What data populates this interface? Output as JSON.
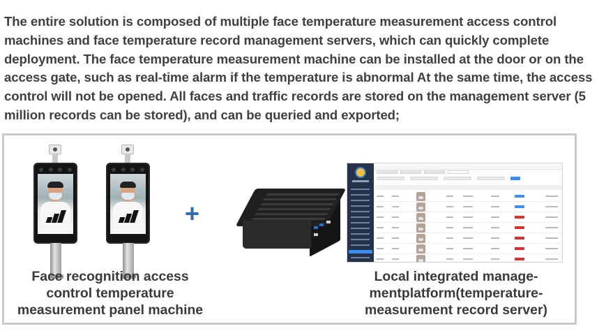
{
  "intro_text": "The entire solution is composed of multiple face temperature measurement access control machines and face temperature record management servers, which can quickly complete deployment. The face temperature measurement machine can be installed at the door or on the access gate, such as real-time alarm if the temperature is abnormal At the same time, the access control will not be opened. All faces and traffic records are stored on the management server (5 million records can be stored), and can be queried and exported;",
  "plus_symbol": "+",
  "caption_left": {
    "line1": "Face recognition access",
    "line2": "control temperature",
    "line3": "measurement panel machine"
  },
  "caption_right": {
    "line1": "Local integrated manage-",
    "line2": "mentplatform(temperature-",
    "line3": "measurement record server)"
  },
  "colors": {
    "text": "#404040",
    "plus": "#2f6db3",
    "frame_border": "#c9c9c9",
    "platform_sidebar": "#24324a",
    "alarm_button": "#d9312b",
    "normal_button": "#3d8cf0"
  },
  "platform_rows": [
    {
      "status": "normal"
    },
    {
      "status": "normal"
    },
    {
      "status": "alarm"
    },
    {
      "status": "alarm"
    },
    {
      "status": "alarm"
    },
    {
      "status": "alarm"
    },
    {
      "status": "alarm"
    }
  ]
}
